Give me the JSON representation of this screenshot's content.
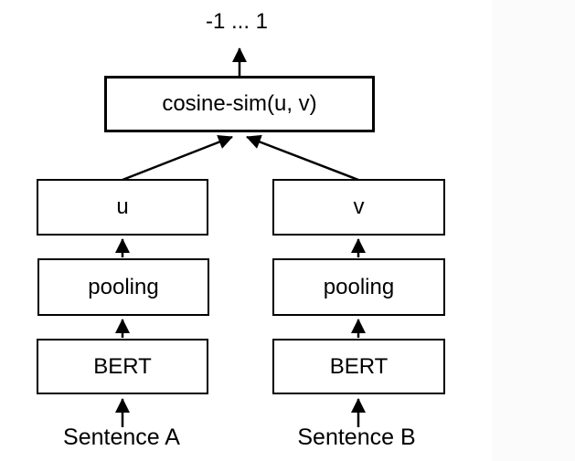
{
  "diagram": {
    "title_semantic": "sentence-bert-architecture",
    "output_label": "-1 ... 1",
    "similarity_box_label": "cosine-sim(u, v)",
    "columns": [
      {
        "embedding_label": "u",
        "pooling_label": "pooling",
        "encoder_label": "BERT",
        "input_label": "Sentence A"
      },
      {
        "embedding_label": "v",
        "pooling_label": "pooling",
        "encoder_label": "BERT",
        "input_label": "Sentence B"
      }
    ],
    "colors": {
      "line": "#000000",
      "background": "#ffffff",
      "right_strip": "#fbfbfb"
    }
  }
}
